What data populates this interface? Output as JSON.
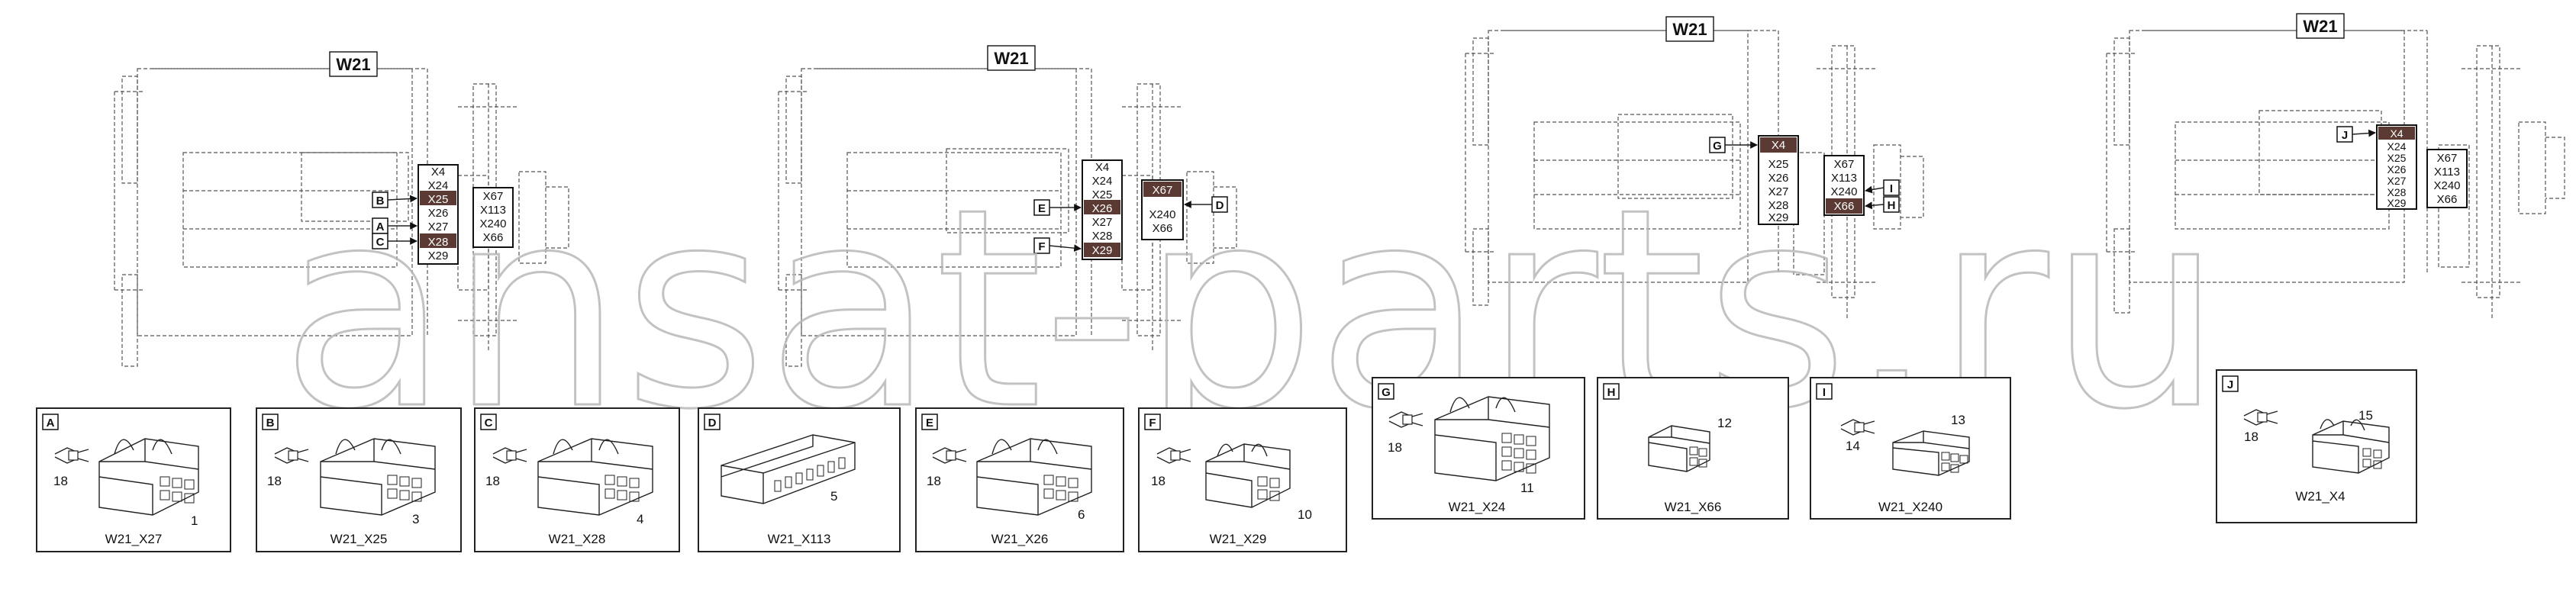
{
  "watermark": "ansat-parts.ru",
  "views": [
    {
      "title": "W21",
      "left_labels": [
        "X4",
        "X24",
        "X25",
        "X26",
        "X27",
        "X28",
        "X29"
      ],
      "right_labels": [
        "X67",
        "X113",
        "X240",
        "X66"
      ],
      "highlighted": [
        "X25",
        "X28"
      ],
      "callouts": [
        "B",
        "A",
        "C"
      ]
    },
    {
      "title": "W21",
      "left_labels": [
        "X4",
        "X24",
        "X25",
        "X26",
        "X27",
        "X28",
        "X29"
      ],
      "right_labels": [
        "X67",
        "X240",
        "X66"
      ],
      "highlighted": [
        "X26",
        "X29",
        "X67"
      ],
      "callouts": [
        "E",
        "D",
        "F"
      ]
    },
    {
      "title": "W21",
      "left_labels": [
        "X4",
        "X25",
        "X26",
        "X27",
        "X28",
        "X29"
      ],
      "right_labels": [
        "X67",
        "X113",
        "X240",
        "X66"
      ],
      "highlighted": [
        "X4",
        "X66"
      ],
      "callouts": [
        "G",
        "I",
        "H"
      ]
    },
    {
      "title": "W21",
      "left_labels": [
        "X4",
        "X24",
        "X25",
        "X26",
        "X27",
        "X28",
        "X29"
      ],
      "right_labels": [
        "X67",
        "X113",
        "X240",
        "X66"
      ],
      "highlighted": [
        "X4"
      ],
      "callouts": [
        "J"
      ]
    }
  ],
  "details": [
    {
      "letter": "A",
      "part_no": "1",
      "pin_no": "18",
      "name": "W21_X27"
    },
    {
      "letter": "B",
      "part_no": "3",
      "pin_no": "18",
      "name": "W21_X25"
    },
    {
      "letter": "C",
      "part_no": "4",
      "pin_no": "18",
      "name": "W21_X28"
    },
    {
      "letter": "D",
      "part_no": "5",
      "pin_no": "",
      "name": "W21_X113"
    },
    {
      "letter": "E",
      "part_no": "6",
      "pin_no": "18",
      "name": "W21_X26"
    },
    {
      "letter": "F",
      "part_no": "10",
      "pin_no": "18",
      "name": "W21_X29"
    },
    {
      "letter": "G",
      "part_no": "11",
      "pin_no": "18",
      "name": "W21_X24"
    },
    {
      "letter": "H",
      "part_no": "12",
      "pin_no": "",
      "name": "W21_X66"
    },
    {
      "letter": "I",
      "part_no": "13",
      "pin_no": "14",
      "name": "W21_X240"
    },
    {
      "letter": "J",
      "part_no": "15",
      "pin_no": "18",
      "name": "W21_X4"
    }
  ]
}
